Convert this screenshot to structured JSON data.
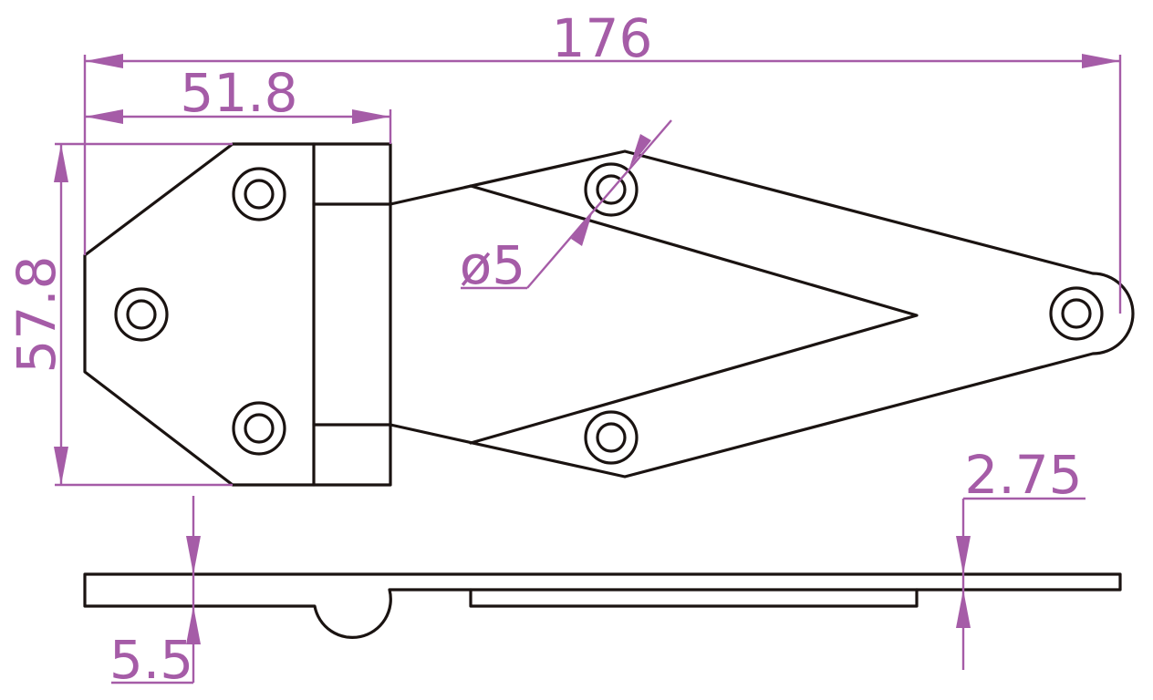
{
  "colors": {
    "part_outline": "#1a1311",
    "dimension": "#a55ca7",
    "background": "#ffffff"
  },
  "dimensions": {
    "overall_length": "176",
    "leaf_width": "51.8",
    "height": "57.8",
    "hole_diameter": "ø5",
    "thickness_long_leaf": "2.75",
    "thickness_short_leaf": "5.5"
  },
  "views": [
    "top-view",
    "side-view"
  ]
}
